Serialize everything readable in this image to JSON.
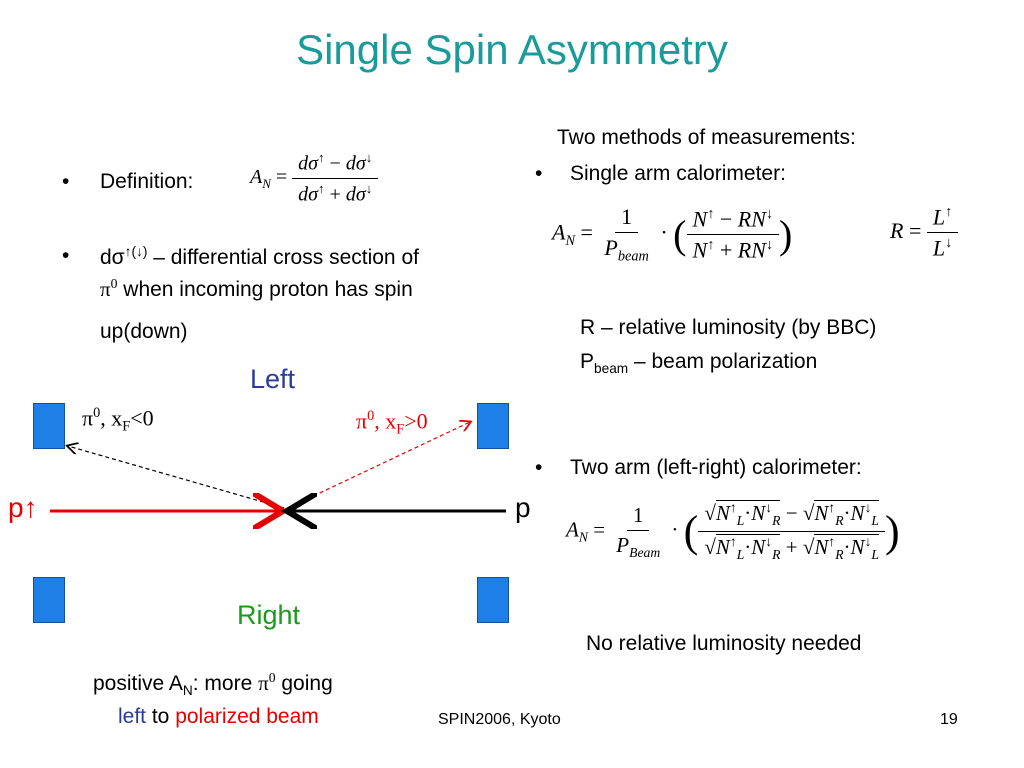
{
  "slide": {
    "title": "Single Spin Asymmetry",
    "left": {
      "bullet1": "Definition:",
      "bullet2_prefix": "dσ",
      "bullet2_sup": "↑(↓)",
      "bullet2_text": " – differential cross section of",
      "bullet2_line2_pi": "π",
      "bullet2_line2_sup": "0",
      "bullet2_line2_text": " when incoming proton has spin",
      "bullet2_line3": "up(down)"
    },
    "right": {
      "methods_heading": "Two methods of measurements:",
      "single_arm": "Single arm calorimeter:",
      "rel_lumi": "R – relative luminosity (by BBC)",
      "pbeam_p": "P",
      "pbeam_sub": "beam",
      "pbeam_text": " – beam polarization",
      "two_arm": "Two arm (left-right) calorimeter:",
      "no_lumi": "No relative luminosity needed"
    },
    "diagram": {
      "left_label": "Left",
      "right_label": "Right",
      "pi_neg_label": "π",
      "pi_neg_sup": "0",
      "pi_neg_rest": ", x",
      "pi_neg_sub": "F",
      "pi_neg_cond": "<0",
      "pi_pos_label": "π",
      "pi_pos_sup": "0",
      "pi_pos_rest": ", x",
      "pi_pos_sub": "F",
      "pi_pos_cond": ">0",
      "p_up": "p↑",
      "p_right": "p"
    },
    "conclusion": {
      "line1_a": "positive A",
      "line1_sub": "N",
      "line1_b": ": more ",
      "line1_pi": "π",
      "line1_sup": "0",
      "line1_c": " going",
      "line2_left": "left",
      "line2_to": " to ",
      "line2_beam": "polarized beam"
    },
    "footer": {
      "center": "SPIN2006, Kyoto",
      "page": "19"
    },
    "equations": {
      "an": "A",
      "an_sub": "N",
      "eq": "=",
      "dsigma": "dσ",
      "up": "↑",
      "down": "↓",
      "minus": "−",
      "plus": "+",
      "one": "1",
      "P": "P",
      "beam_sub": "beam",
      "Beam_sub": "Beam",
      "dot": "·",
      "N": "N",
      "RN": "RN",
      "R": "R",
      "L": "L",
      "sub_L": "L",
      "sub_R": "R"
    }
  },
  "colors": {
    "title": "#1a9b9b",
    "left_label": "#2b3b9b",
    "right_label": "#1a9b1a",
    "red": "#e60000",
    "detector": "#1e7fe6"
  }
}
